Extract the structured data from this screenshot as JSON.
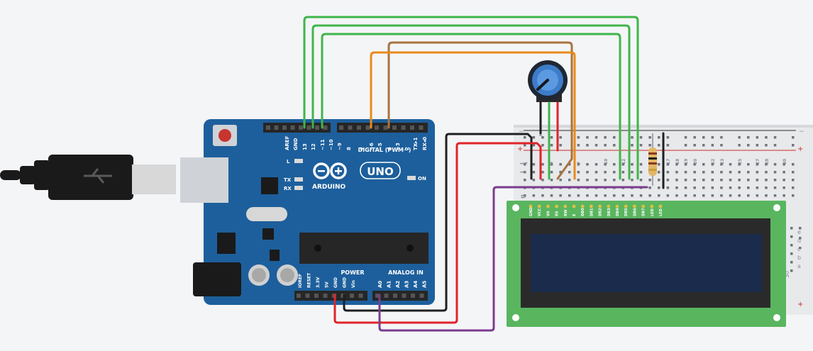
{
  "arduino": {
    "brand": "ARDUINO",
    "model": "UNO",
    "digital_header": "DIGITAL (PWM~)",
    "power_header": "POWER",
    "analog_header": "ANALOG IN",
    "on_label": "ON",
    "led_l": "L",
    "led_tx": "TX",
    "led_rx": "RX",
    "digital_pins": [
      "AREF",
      "GND",
      "13",
      "12",
      "~11",
      "~10",
      "~9",
      "8",
      "7",
      "~6",
      "~5",
      "4",
      "~3",
      "2",
      "TX▸1",
      "RX◂0"
    ],
    "power_pins": [
      "IOREF",
      "RESET",
      "3.3V",
      "5V",
      "GND",
      "GND",
      "Vin"
    ],
    "analog_pins": [
      "A0",
      "A1",
      "A2",
      "A3",
      "A4",
      "A5"
    ]
  },
  "breadboard": {
    "plus": "+",
    "minus": "−",
    "row_letters_top": [
      "j",
      "i",
      "g"
    ],
    "row_letters_bottom": [
      "e",
      "d",
      "c",
      "b",
      "a"
    ],
    "column_numbers": [
      "1",
      "4",
      "7",
      "10",
      "12",
      "15",
      "17",
      "18",
      "19",
      "20",
      "22",
      "23",
      "25",
      "27",
      "28",
      "30"
    ],
    "edge_number": "30"
  },
  "lcd": {
    "pins": [
      "GND",
      "VCC",
      "V0",
      "RS",
      "RW",
      "E",
      "DB0",
      "DB1",
      "DB2",
      "DB3",
      "DB4",
      "DB5",
      "DB6",
      "DB7",
      "LED",
      "LED"
    ]
  },
  "colors": {
    "background": "#f4f5f7",
    "board": "#1d5f9c",
    "lcd_pcb": "#5ab55f",
    "lcd_screen": "#1a2b4c",
    "wire_green": "#3fb54a",
    "wire_orange": "#e88a1a",
    "wire_brown": "#a8743e",
    "wire_black": "#202020",
    "wire_red": "#e0242a",
    "wire_purple": "#7b3c8e"
  }
}
